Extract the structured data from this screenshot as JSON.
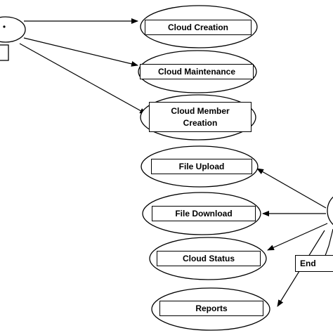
{
  "use_cases": [
    {
      "id": "cloud-creation",
      "label": "Cloud Creation"
    },
    {
      "id": "cloud-maintenance",
      "label": "Cloud Maintenance"
    },
    {
      "id": "cloud-member-creation",
      "label": "Cloud Member Creation"
    },
    {
      "id": "file-upload",
      "label": "File Upload"
    },
    {
      "id": "file-download",
      "label": "File Download"
    },
    {
      "id": "cloud-status",
      "label": "Cloud Status"
    },
    {
      "id": "reports",
      "label": "Reports"
    }
  ],
  "actors": {
    "admin": {
      "label": ""
    },
    "end_user": {
      "label": "End"
    }
  }
}
